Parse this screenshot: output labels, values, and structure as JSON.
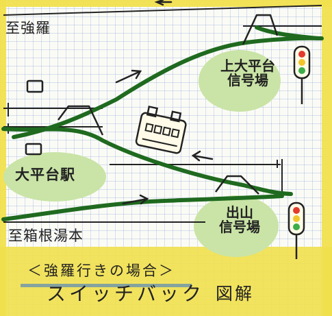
{
  "destinations": {
    "top": "至強羅",
    "bottom": "至箱根湯本"
  },
  "stations": {
    "main": "大平台駅"
  },
  "signal_stations": {
    "upper": {
      "line1": "上大平台",
      "line2": "信号場"
    },
    "lower": {
      "line1": "出山",
      "line2": "信号場"
    }
  },
  "caption": {
    "sub": "＜強羅行きの場合＞",
    "main": "スイッチバック",
    "tag": "図解"
  },
  "icons": [
    "train-icon",
    "traffic-signal-icon",
    "arrow-icon",
    "building-icon"
  ],
  "colors": {
    "track": "#1f6a1f",
    "station_fill": "#c9e4a6",
    "border": "#f1e04e",
    "ink": "#222222",
    "signal_red": "#e33b2c",
    "signal_yellow": "#f2c52a",
    "signal_green": "#3cae48"
  }
}
